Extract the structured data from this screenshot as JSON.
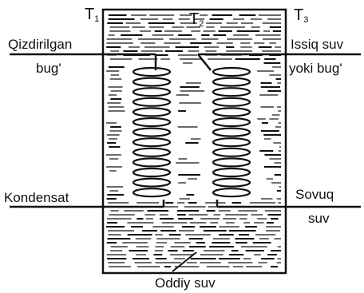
{
  "labels": {
    "t1": {
      "letter": "T",
      "index": "1"
    },
    "t2": {
      "letter": "T",
      "index": "2"
    },
    "t3": {
      "letter": "T",
      "index": "3"
    },
    "heated_steam_line1": "Qizdirilgan",
    "heated_steam_line2": "bug'",
    "hot_water_line1": "Issiq suv",
    "hot_water_line2": "yoki bug'",
    "condensate": "Kondensat",
    "cold_water_line1": "Sovuq",
    "cold_water_line2": "suv",
    "plain_water": "Oddiy suv"
  },
  "colors": {
    "ink": "#111111",
    "background": "#ffffff"
  }
}
